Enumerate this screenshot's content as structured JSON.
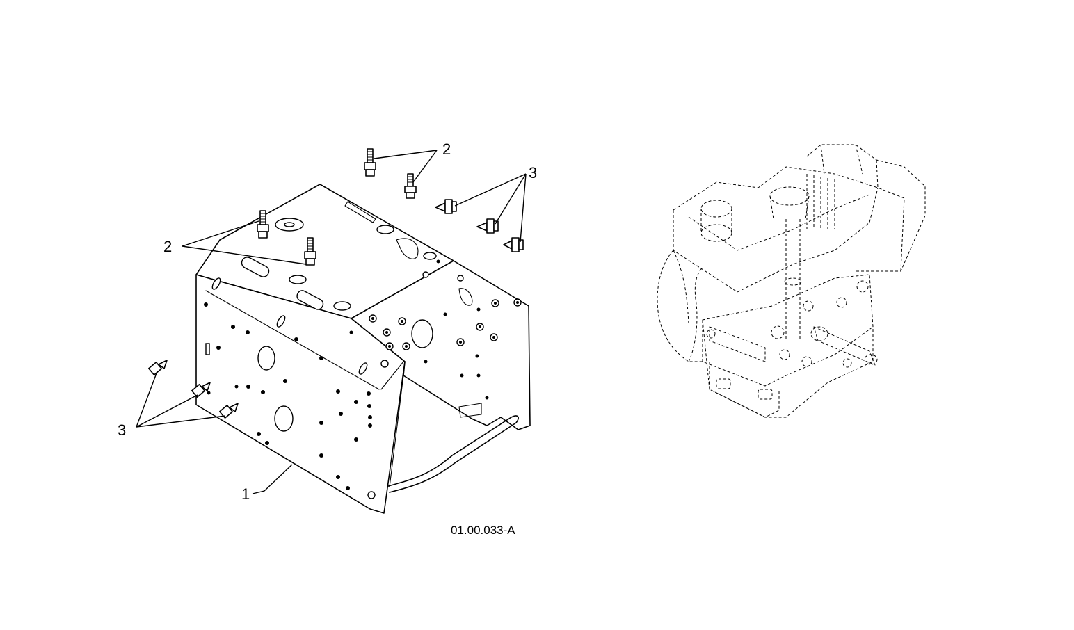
{
  "diagram": {
    "figure_id": "01.00.033-A",
    "callouts": {
      "frame": "1",
      "stud_upper": "2",
      "stud_left": "2",
      "nut_upper": "3",
      "nut_lower": "3"
    }
  }
}
